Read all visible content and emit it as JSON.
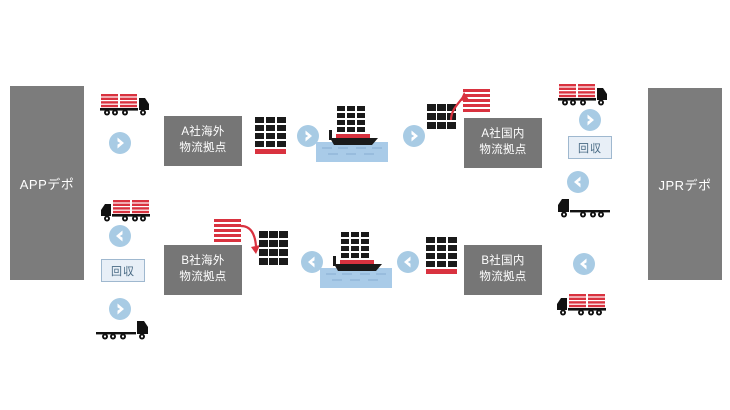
{
  "diagram": {
    "title_hidden": "",
    "background_color": "#ffffff",
    "depot_color": "#7c7c7c",
    "node_color": "#767676",
    "arrow_color": "#a8cbe4",
    "pallet_color": "#d9323f",
    "container_color": "#1a1a1a",
    "water_color": "#a9cbe8",
    "badge_border_color": "#9fb8cf",
    "badge_fill_color": "#e8eff7",
    "badge_text_color": "#4a6b85"
  },
  "depots": [
    {
      "id": "app-depot",
      "label": "APPデポ"
    },
    {
      "id": "jpr-depot",
      "label": "JPRデポ"
    }
  ],
  "nodes": [
    {
      "id": "a-overseas",
      "line1": "A社海外",
      "line2": "物流拠点"
    },
    {
      "id": "a-domestic",
      "line1": "A社国内",
      "line2": "物流拠点"
    },
    {
      "id": "b-overseas",
      "line1": "B社海外",
      "line2": "物流拠点"
    },
    {
      "id": "b-domestic",
      "line1": "B社国内",
      "line2": "物流拠点"
    }
  ],
  "badges": [
    {
      "id": "recovery-left",
      "label": "回収"
    },
    {
      "id": "recovery-right",
      "label": "回収"
    }
  ],
  "icons": {
    "truck_loaded_right": "truck-loaded-right-icon",
    "truck_loaded_left": "truck-loaded-left-icon",
    "truck_empty_right": "truck-empty-right-icon",
    "truck_empty_left": "truck-empty-left-icon",
    "container_stack": "container-stack-icon",
    "pallet_stack": "pallet-stack-icon",
    "cargo_ship": "cargo-ship-icon",
    "arrow_right": "arrow-right-icon",
    "arrow_left": "arrow-left-icon",
    "transfer_arrow": "transfer-curved-arrow-icon"
  },
  "flow": {
    "top_row_direction": "right",
    "bottom_row_direction": "left"
  }
}
